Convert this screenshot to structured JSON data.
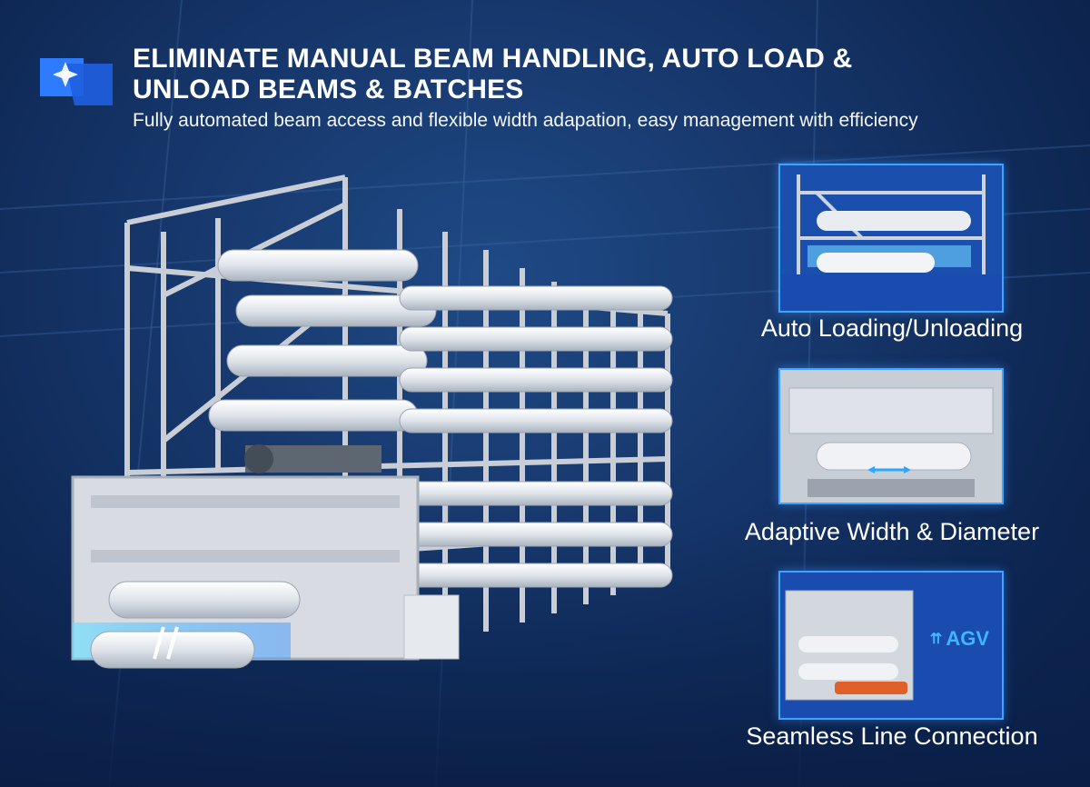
{
  "header": {
    "title_line1": "ELIMINATE MANUAL BEAM HANDLING, AUTO LOAD &",
    "title_line2": "UNLOAD BEAMS & BATCHES",
    "subtitle": "Fully automated beam access and flexible width adapation, easy management with efficiency"
  },
  "features": [
    {
      "caption": "Auto Loading/Unloading",
      "icon": "beam-loader-closeup"
    },
    {
      "caption": "Adaptive Width & Diameter",
      "icon": "width-adjust-closeup"
    },
    {
      "caption": "Seamless Line Connection",
      "icon": "agv-connection-closeup",
      "badge": "AGV"
    }
  ],
  "colors": {
    "background": "#143266",
    "accent": "#3fa2ff",
    "frame": "#d4d8de"
  }
}
